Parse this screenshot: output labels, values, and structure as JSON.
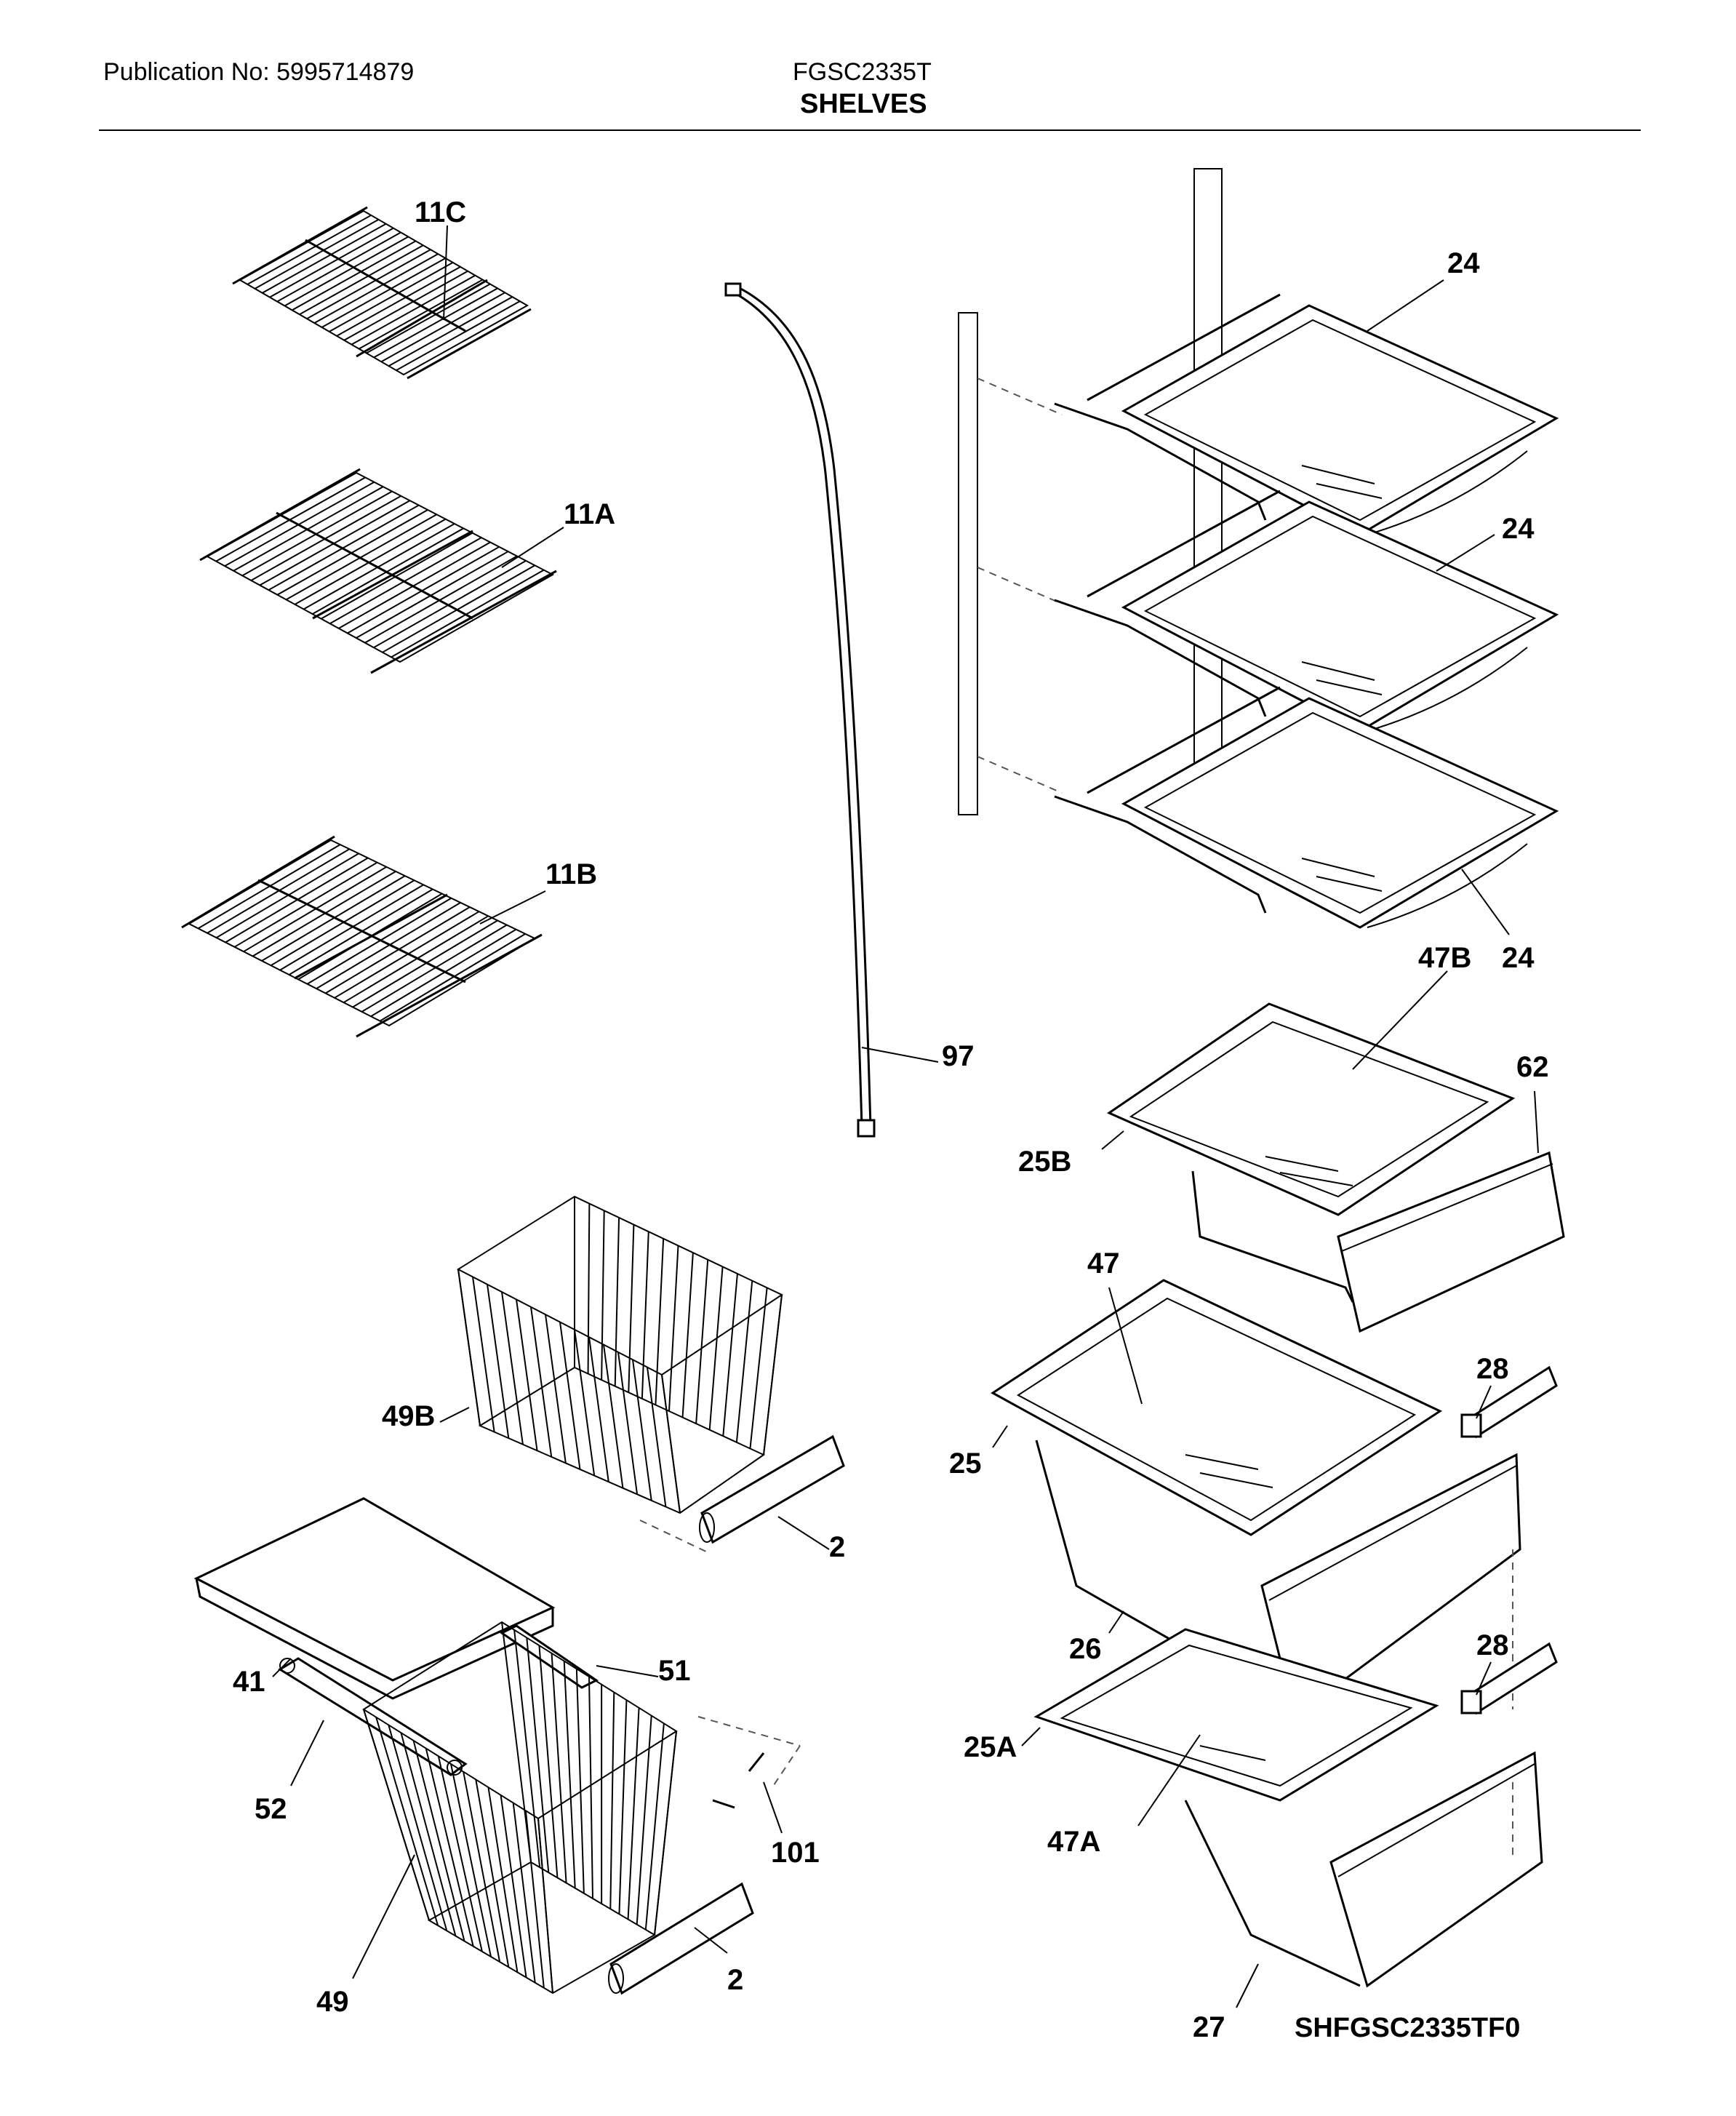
{
  "header": {
    "publication": "Publication No: 5995714879",
    "model": "FGSC2335T",
    "section_title": "SHELVES"
  },
  "footer": {
    "diagram_code": "SHFGSC2335TF0"
  },
  "callouts": {
    "c11C": "11C",
    "c11A": "11A",
    "c11B": "11B",
    "c97": "97",
    "c24a": "24",
    "c24b": "24",
    "c24c": "24",
    "c47B": "47B",
    "c62": "62",
    "c25B": "25B",
    "c47": "47",
    "c28a": "28",
    "c25": "25",
    "c26": "26",
    "c28b": "28",
    "c25A": "25A",
    "c47A": "47A",
    "c27": "27",
    "c49B": "49B",
    "c2a": "2",
    "c41": "41",
    "c51": "51",
    "c52": "52",
    "c101": "101",
    "c49": "49",
    "c2b": "2"
  }
}
